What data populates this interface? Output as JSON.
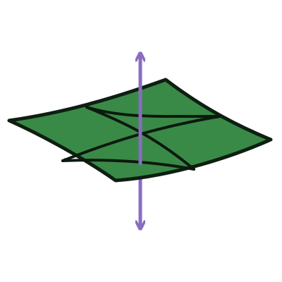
{
  "colors": {
    "background": "#ffffff",
    "surface_fill": "#3a8a47",
    "surface_outline": "#0e1f12",
    "principal_curve_stroke": "#0c1a0f",
    "normal_axis_stroke": "#8a6cc2"
  },
  "diagram": {
    "subject": "saddle-surface-patch",
    "elements": [
      {
        "name": "saddle-surface",
        "kind": "curved surface patch"
      },
      {
        "name": "principal-curve-a",
        "kind": "curve with arrowheads at both ends"
      },
      {
        "name": "principal-curve-b",
        "kind": "curve with arrowheads at both ends"
      },
      {
        "name": "normal-axis",
        "kind": "vertical double-headed arrow"
      }
    ]
  }
}
